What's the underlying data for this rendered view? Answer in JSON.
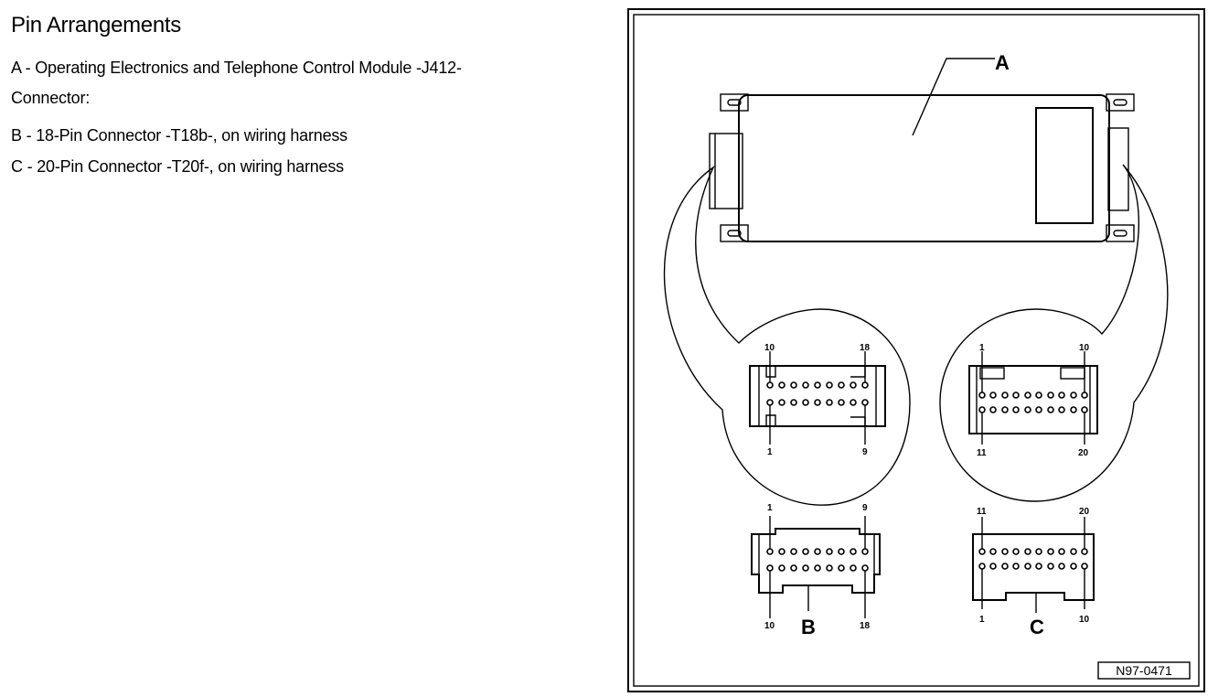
{
  "heading": "Pin Arrangements",
  "items": [
    {
      "text": "A - Operating Electronics and Telephone Control Module -J412-"
    },
    {
      "text": "Connector:"
    },
    {
      "text": "B - 18-Pin Connector -T18b-, on wiring harness"
    },
    {
      "text": "C - 20-Pin Connector -T20f-, on wiring harness"
    }
  ],
  "figure": {
    "label_a": "A",
    "label_b": "B",
    "label_c": "C",
    "ref": "N97-0471",
    "b_top": {
      "tl": "10",
      "tr": "18",
      "bl": "1",
      "br": "9"
    },
    "c_top": {
      "tl": "1",
      "tr": "10",
      "bl": "11",
      "br": "20"
    },
    "b_face": {
      "tl": "1",
      "tr": "9",
      "bl": "10",
      "br": "18"
    },
    "c_face": {
      "tl": "11",
      "tr": "20",
      "bl": "1",
      "br": "10"
    }
  }
}
